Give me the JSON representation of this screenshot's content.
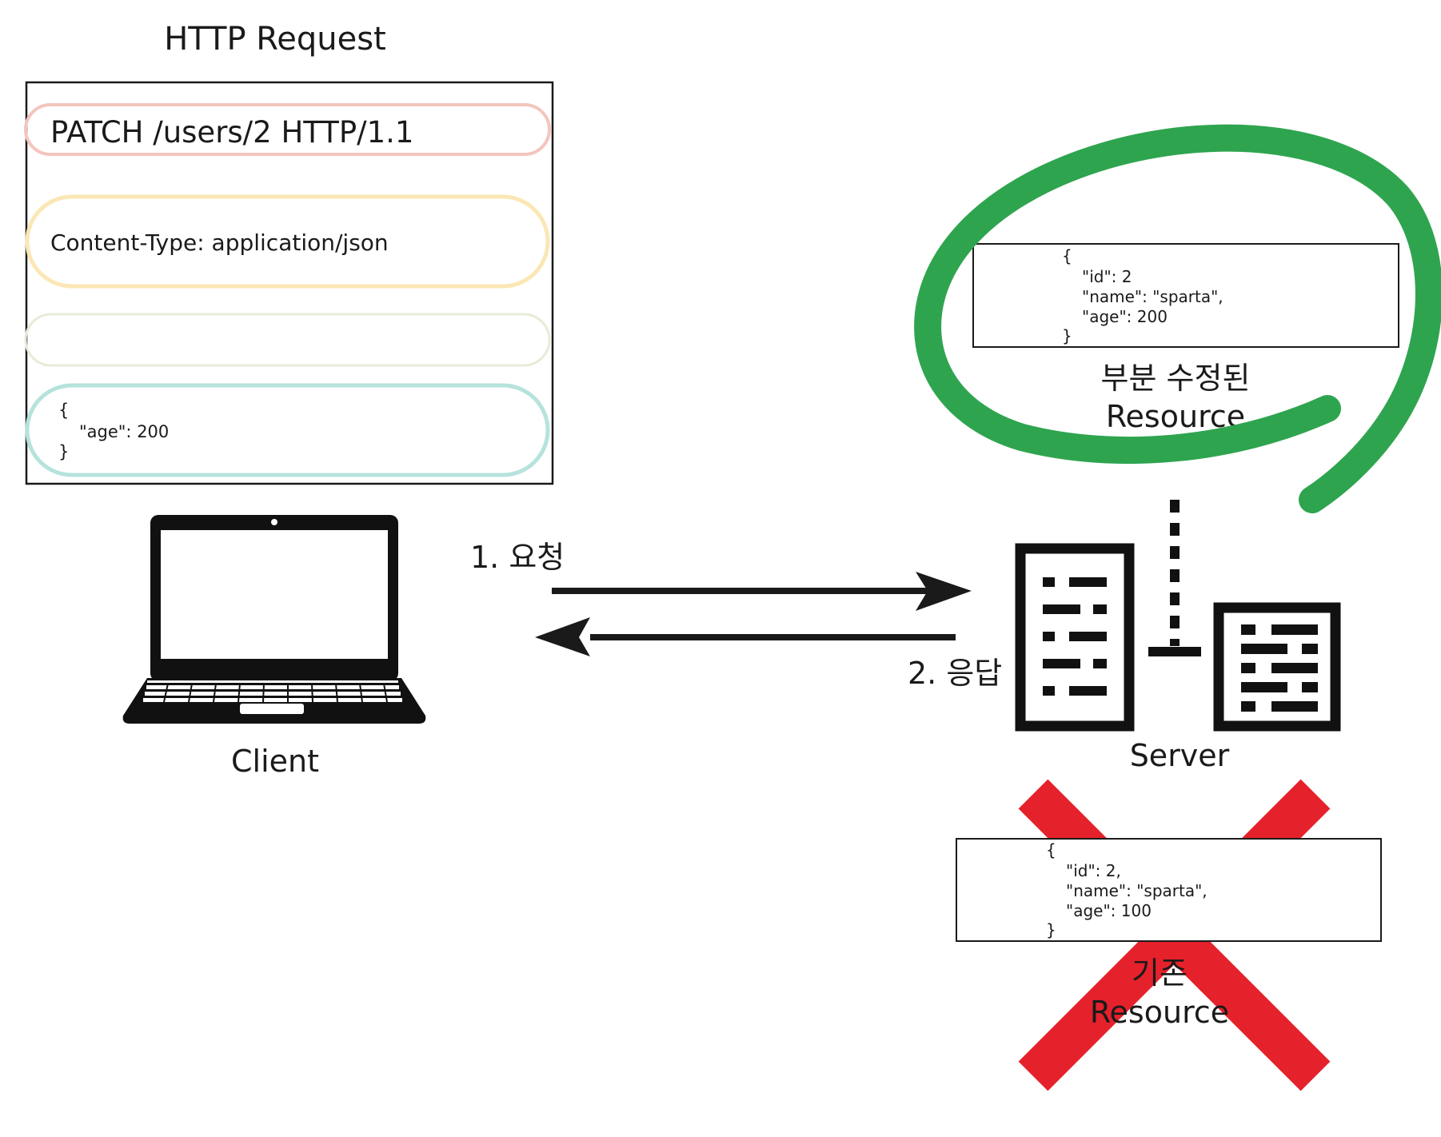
{
  "request": {
    "title": "HTTP Request",
    "start_line": "PATCH /users/2 HTTP/1.1",
    "header_line": "Content-Type: application/json",
    "body_open": "{",
    "body_field": "\"age\": 200",
    "body_close": "}"
  },
  "client": {
    "label": "Client",
    "icon": "laptop-icon"
  },
  "server": {
    "label": "Server",
    "icon": "server-icon"
  },
  "arrows": {
    "request_label": "1. 요청",
    "response_label": "2. 응답"
  },
  "updated_resource": {
    "line_open": "{",
    "line_id": "\"id\": 2",
    "line_name": "\"name\": \"sparta\",",
    "line_age": "\"age\": 200",
    "line_close": "}",
    "caption_line1": "부분 수정된",
    "caption_line2": "Resource"
  },
  "old_resource": {
    "line_open": "{",
    "line_id": "\"id\": 2,",
    "line_name": "\"name\": \"sparta\",",
    "line_age": "\"age\": 100",
    "line_close": "}",
    "caption_line1": "기존",
    "caption_line2": "Resource"
  },
  "colors": {
    "start_line_outline": "#f4c5bd",
    "header_outline": "#fbe7b5",
    "empty_line_outline": "#e5ecd8",
    "body_outline": "#b6e3dc",
    "highlight_circle": "#2fa44f",
    "cross_mark": "#e5212b",
    "ink": "#1a1a1a"
  }
}
